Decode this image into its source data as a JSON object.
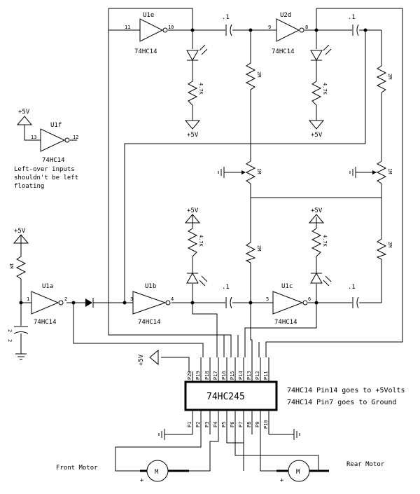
{
  "gates": {
    "u1e": {
      "ref": "U1e",
      "part": "74HC14",
      "pin_in": "11",
      "pin_out": "10"
    },
    "u2d": {
      "ref": "U2d",
      "part": "74HC14",
      "pin_in": "9",
      "pin_out": "8"
    },
    "u1f": {
      "ref": "U1f",
      "part": "74HC14",
      "pin_in": "13",
      "pin_out": "12"
    },
    "u1a": {
      "ref": "U1a",
      "part": "74HC14",
      "pin_in": "1",
      "pin_out": "2"
    },
    "u1b": {
      "ref": "U1b",
      "part": "74HC14",
      "pin_in": "3",
      "pin_out": "4"
    },
    "u1c": {
      "ref": "U1c",
      "part": "74HC14",
      "pin_in": "5",
      "pin_out": "6"
    }
  },
  "passives": {
    "cap": ".1",
    "r2m": "2M",
    "r47k": "4.7K",
    "pot": "1M",
    "r1m": "1M",
    "c2": "2"
  },
  "supply": "+5V",
  "leftover_note": [
    "Left-over inputs",
    "shouldn't be left",
    "floating"
  ],
  "ic": {
    "name": "74HC245",
    "top_pins": [
      "P20",
      "P19",
      "P18",
      "P17",
      "P16",
      "P15",
      "P14",
      "P13",
      "P12",
      "P11"
    ],
    "bottom_pins": [
      "P1",
      "P2",
      "P3",
      "P4",
      "P5",
      "P6",
      "P7",
      "P8",
      "P9",
      "P10"
    ]
  },
  "notes": [
    "74HC14 Pin14 goes to +5Volts",
    "74HC14 Pin7 goes to Ground"
  ],
  "motors": {
    "front": "Front Motor",
    "rear": "Rear Motor",
    "symbol": "M",
    "plus": "+"
  }
}
